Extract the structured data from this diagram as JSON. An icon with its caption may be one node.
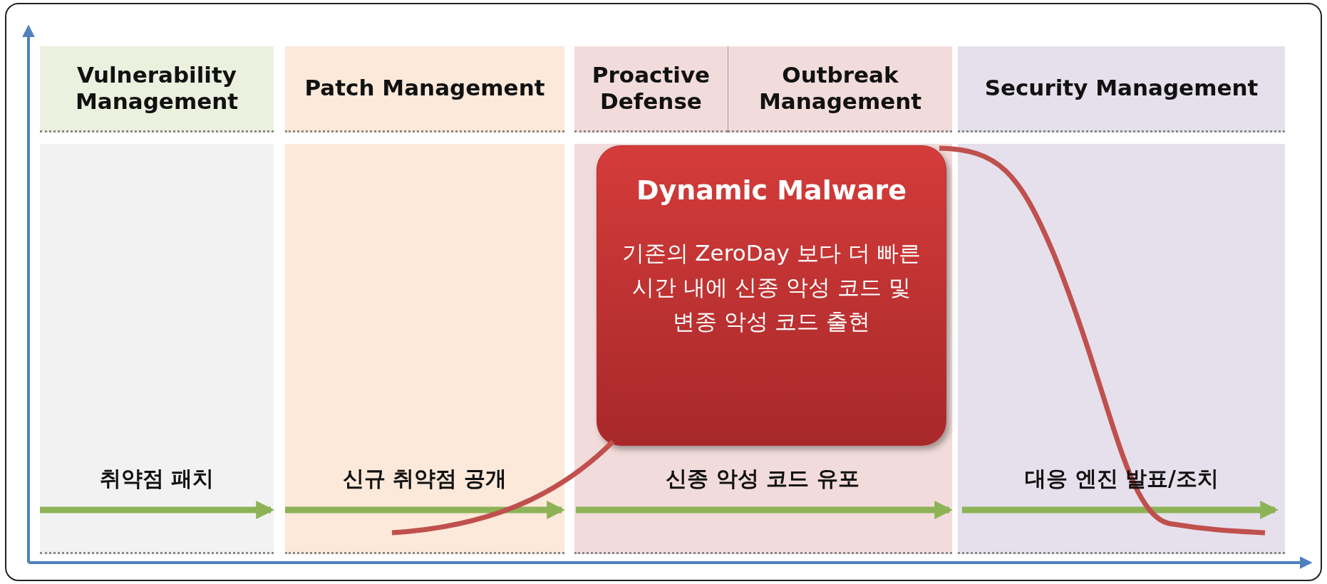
{
  "diagram": {
    "nodes": [
      {
        "text": [
          "Vulnerability Management"
        ]
      },
      {
        "text": [
          "Patch Management"
        ]
      },
      {
        "text": [
          "Proactive Defense"
        ]
      },
      {
        "text": [
          "Outbreak Management"
        ]
      },
      {
        "text": [
          "Security Management"
        ]
      },
      {
        "text": [
          "Dynamic Malware",
          "기존의 ZeroDay 보다 더 빠른 시간 내에 신종 악성 코드 및 변종 악성 코드 출현"
        ]
      }
    ],
    "edges": [],
    "labels": [
      "취약점 패치",
      "신규 취약점 공개",
      "신종 악성 코드 유포",
      "대응 엔진 발표/조치"
    ]
  }
}
